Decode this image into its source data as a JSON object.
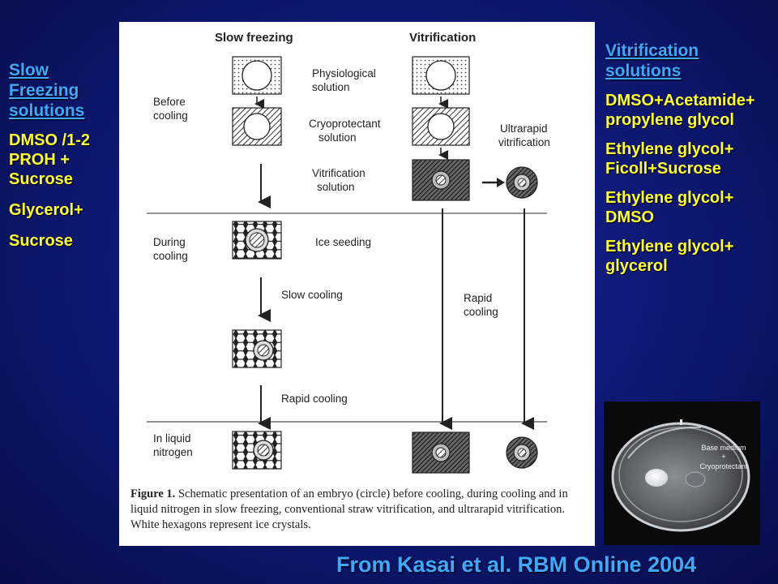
{
  "left": {
    "heading": "Slow Freezing solutions",
    "items": [
      "DMSO /1-2 PROH + Sucrose",
      "Glycerol+",
      "Sucrose"
    ]
  },
  "right": {
    "heading": "Vitrification solutions",
    "items": [
      "DMSO+Acetamide+ propylene glycol",
      "Ethylene glycol+ Ficoll+Sucrose",
      "Ethylene glycol+ DMSO",
      "Ethylene glycol+ glycerol"
    ]
  },
  "figure": {
    "col_slow": "Slow freezing",
    "col_vitri": "Vitrification",
    "stage_before_1": "Before",
    "stage_before_2": "cooling",
    "stage_during_1": "During",
    "stage_during_2": "cooling",
    "stage_ln_1": "In liquid",
    "stage_ln_2": "nitrogen",
    "sol_phys_1": "Physiological",
    "sol_phys_2": "solution",
    "sol_cryo_1": "Cryoprotectant",
    "sol_cryo_2": "solution",
    "sol_vitri_1": "Vitrification",
    "sol_vitri_2": "solution",
    "ultra_1": "Ultrarapid",
    "ultra_2": "vitrification",
    "ice_seeding": "Ice seeding",
    "slow_cooling": "Slow cooling",
    "rapid_cooling": "Rapid cooling",
    "rapid_1": "Rapid",
    "rapid_2": "cooling",
    "caption_label": "Figure 1.",
    "caption_text": " Schematic presentation of an embryo (circle) before cooling, during cooling and in liquid nitrogen in slow freezing, conventional straw vitrification, and ultrarapid vitrification. White hexagons represent ice crystals."
  },
  "photo": {
    "label_1": "Base medium",
    "label_2": "+",
    "label_3": "Cryoprotectant"
  },
  "citation": "From Kasai et al.  RBM Online 2004",
  "colors": {
    "background": "#0f1a78",
    "heading": "#3fa8ff",
    "item": "#ffff33"
  }
}
